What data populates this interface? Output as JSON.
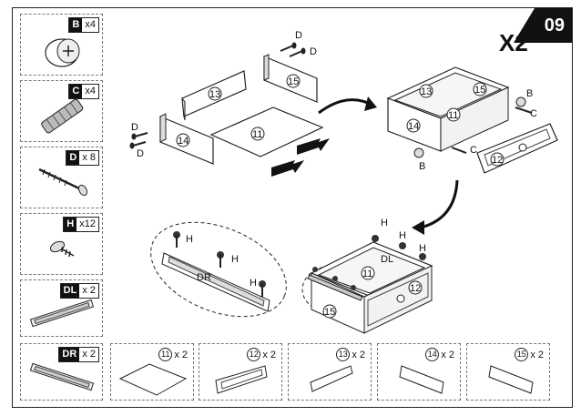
{
  "step_number": "09",
  "quantity_label": "X2",
  "hardware": [
    {
      "code": "B",
      "count": "x4"
    },
    {
      "code": "C",
      "count": "x4"
    },
    {
      "code": "D",
      "count": "x 8"
    },
    {
      "code": "H",
      "count": "x12"
    },
    {
      "code": "DL",
      "count": "x 2"
    },
    {
      "code": "DR",
      "count": "x 2"
    }
  ],
  "panels": [
    {
      "number": "11",
      "count": "x 2"
    },
    {
      "number": "12",
      "count": "x 2"
    },
    {
      "number": "13",
      "count": "x 2"
    },
    {
      "number": "14",
      "count": "x 2"
    },
    {
      "number": "15",
      "count": "x 2"
    }
  ],
  "callouts": {
    "d": "D",
    "b": "B",
    "c": "C",
    "h": "H",
    "dl": "DL",
    "dr": "DR",
    "p11": "11",
    "p12": "12",
    "p13": "13",
    "p14": "14",
    "p15": "15"
  }
}
